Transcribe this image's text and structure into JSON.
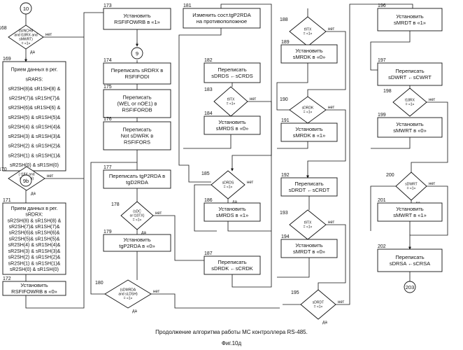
{
  "caption": {
    "line1": "Продолжение алгоритма работы МС контроллера  RS-485.",
    "line2": "Фиг.10д"
  },
  "connectors": {
    "c10": "10",
    "c9b": "9b",
    "c9": "9",
    "c203": "203"
  },
  "labels": {
    "yes": "да",
    "no": "нет"
  },
  "blocks": [
    {
      "id": "168",
      "kind": "diamond",
      "lines": [
        "(tsINCH8",
        "and t18RX and",
        "sMWRT)",
        "= «1»"
      ]
    },
    {
      "id": "169",
      "kind": "box",
      "lines": [
        "Прием данных в рег.",
        "sRARS:",
        "sR2SH(8)& sR1SH(8) &",
        "sR2SH(7)& sR1SH(7)&",
        "sR2SH(6)& sR1SH(6) &",
        "sR2SH(5) & sR1SH(5)&",
        "sR2SH(4) & sR1SH(4)&",
        "sR2SH(3) & sR1SH(3)&",
        "sR2SH(2) & sR1SH(2)&",
        "sR2SH(1) & sR1SH(1)&",
        "sR2SH(0) & sR1SH(0)"
      ]
    },
    {
      "id": "170",
      "kind": "diamond",
      "lines": [
        "( t18X and",
        "sMWRN)",
        "= «1»"
      ]
    },
    {
      "id": "171",
      "kind": "box",
      "lines": [
        "Прием данных в рег.",
        "sRDRX:",
        "sR2SH(8) & sR1SH(8) &",
        "sR2SH(7)& sR1SH(7)&",
        "sR2SH(6)& sR1SH(6)&",
        "sR2SH(5)& sR1SH(5)&",
        "sR2SH(4) & sR1SH(4)&",
        "sR2SH(3) & sR1SH(3)&",
        "sR2SH(2) & sR1SH(2)&",
        "sR2SH(1) & sR1SH(1)&",
        "sR2SH(0) & sR1SH(0)"
      ]
    },
    {
      "id": "172",
      "kind": "box",
      "lines": [
        "Установить",
        "RSFIFOWRB в «0»"
      ]
    },
    {
      "id": "173",
      "kind": "box",
      "lines": [
        "Установить",
        "RSFIFOWRB в «1»"
      ]
    },
    {
      "id": "174",
      "kind": "box",
      "lines": [
        "Переписать sRDRX в",
        "RSFIFODI"
      ]
    },
    {
      "id": "175",
      "kind": "box",
      "lines": [
        "Переписать",
        "(WEL or nOE1) в",
        "RSFIFORDB"
      ]
    },
    {
      "id": "176",
      "kind": "box",
      "lines": [
        "Переписать",
        "Not sDWRK в",
        "RSFIFORS"
      ]
    },
    {
      "id": "177",
      "kind": "box",
      "lines": [
        "Переписать tgP2RDA в",
        "tgD2RDA"
      ]
    },
    {
      "id": "178",
      "kind": "diamond",
      "lines": [
        "(sDC",
        "or t10TX)",
        "= «1»"
      ]
    },
    {
      "id": "179",
      "kind": "box",
      "lines": [
        "Установить",
        "tgP2RDA в «0»"
      ]
    },
    {
      "id": "180",
      "kind": "diamond",
      "lines": [
        "(sDMRDA",
        "and sLDSH)",
        "= «1»"
      ]
    },
    {
      "id": "181",
      "kind": "box",
      "lines": [
        "Изменить сост.tgP2RDA",
        "на противоположное"
      ]
    },
    {
      "id": "182",
      "kind": "box",
      "lines": [
        "Переписать",
        "sDRDS ←sCRDS"
      ]
    },
    {
      "id": "183",
      "kind": "diamond",
      "lines": [
        "t9TX",
        "= «1»"
      ]
    },
    {
      "id": "184",
      "kind": "box",
      "lines": [
        "Установить",
        "sMRDS в «0»"
      ]
    },
    {
      "id": "185",
      "kind": "diamond",
      "lines": [
        "sDRDS",
        "= «1»"
      ]
    },
    {
      "id": "186",
      "kind": "box",
      "lines": [
        "Установить",
        "sMRDS в «1»"
      ]
    },
    {
      "id": "187",
      "kind": "box",
      "lines": [
        "Переписать",
        "sDRDK ←sCRDK"
      ]
    },
    {
      "id": "188",
      "kind": "diamond",
      "lines": [
        "t9TX",
        "= «1»"
      ]
    },
    {
      "id": "189",
      "kind": "box",
      "lines": [
        "Установить",
        "sMRDK в «0»"
      ]
    },
    {
      "id": "190",
      "kind": "diamond",
      "lines": [
        "sDRDK",
        "= «1»"
      ]
    },
    {
      "id": "191",
      "kind": "box",
      "lines": [
        "Установить",
        "sMRDK в «1»"
      ]
    },
    {
      "id": "192",
      "kind": "box",
      "lines": [
        "Переписать",
        "sDRDT ←sCRDT"
      ]
    },
    {
      "id": "193",
      "kind": "diamond",
      "lines": [
        "t9TX",
        "= «1»"
      ]
    },
    {
      "id": "194",
      "kind": "box",
      "lines": [
        "Установить",
        "sMRDT в «0»"
      ]
    },
    {
      "id": "195",
      "kind": "diamond",
      "lines": [
        "sDRDT",
        "= «1»"
      ]
    },
    {
      "id": "196",
      "kind": "box",
      "lines": [
        "Установить",
        "sMRDT в «1»"
      ]
    },
    {
      "id": "197",
      "kind": "box",
      "lines": [
        "Переписать",
        "sDWRT ←sCWRT"
      ]
    },
    {
      "id": "198",
      "kind": "diamond",
      "lines": [
        "t18RX",
        "= «1»"
      ]
    },
    {
      "id": "199",
      "kind": "box",
      "lines": [
        "Установить",
        "sMWRT в «0»"
      ]
    },
    {
      "id": "200",
      "kind": "diamond",
      "lines": [
        "sDWRT",
        "= «1»"
      ]
    },
    {
      "id": "201",
      "kind": "box",
      "lines": [
        "Установить",
        "sMWRT в «1»"
      ]
    },
    {
      "id": "202",
      "kind": "box",
      "lines": [
        "Переписать",
        "sDRSA ←sCRSA"
      ]
    }
  ]
}
